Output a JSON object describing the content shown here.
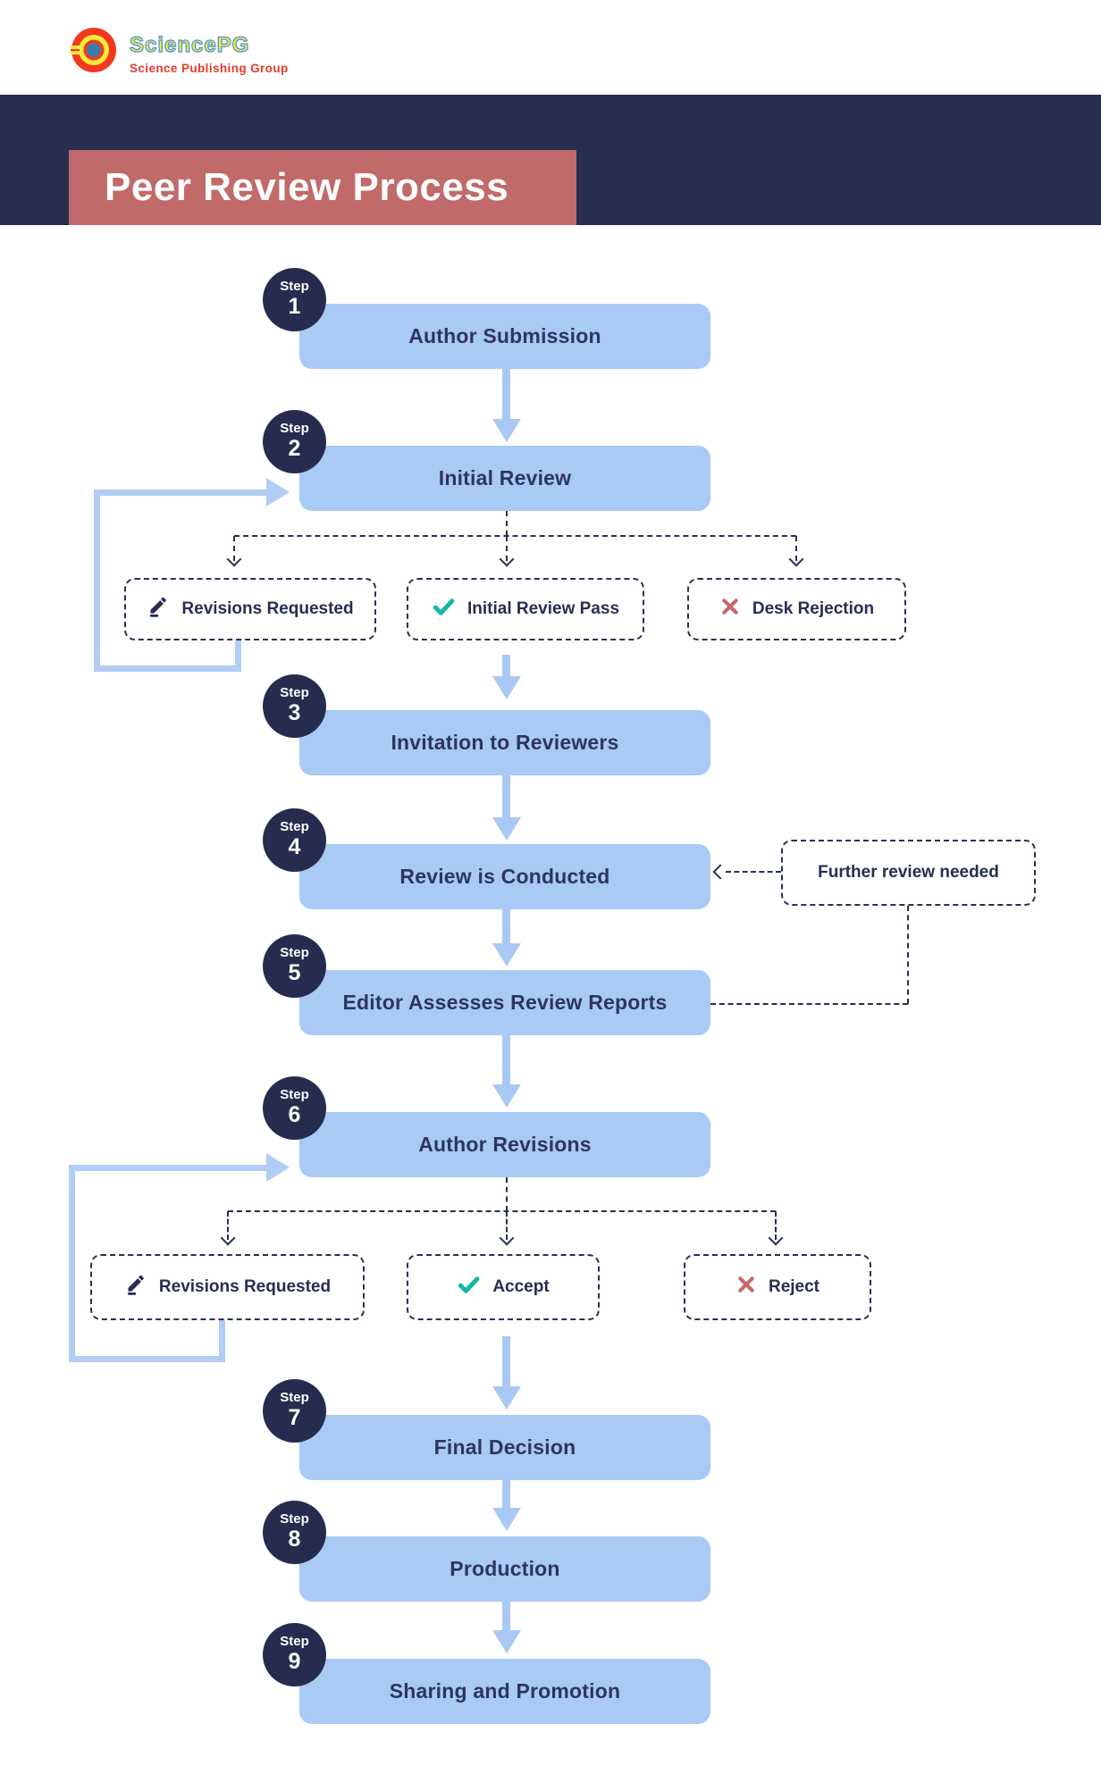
{
  "brand": {
    "name": "SciencePG",
    "tagline": "Science Publishing Group"
  },
  "title": "Peer Review Process",
  "step_word": "Step",
  "steps": [
    {
      "n": "1",
      "label": "Author Submission"
    },
    {
      "n": "2",
      "label": "Initial Review"
    },
    {
      "n": "3",
      "label": "Invitation to Reviewers"
    },
    {
      "n": "4",
      "label": "Review is Conducted"
    },
    {
      "n": "5",
      "label": "Editor Assesses Review Reports"
    },
    {
      "n": "6",
      "label": "Author Revisions"
    },
    {
      "n": "7",
      "label": "Final Decision"
    },
    {
      "n": "8",
      "label": "Production"
    },
    {
      "n": "9",
      "label": "Sharing and Promotion"
    }
  ],
  "decision_row_1": {
    "revisions": {
      "label": "Revisions Requested",
      "icon": "pencil-icon"
    },
    "pass": {
      "label": "Initial Review Pass",
      "icon": "check-icon"
    },
    "reject": {
      "label": "Desk Rejection",
      "icon": "x-icon"
    }
  },
  "decision_row_2": {
    "revisions": {
      "label": "Revisions Requested",
      "icon": "pencil-icon"
    },
    "accept": {
      "label": "Accept",
      "icon": "check-icon"
    },
    "reject": {
      "label": "Reject",
      "icon": "x-icon"
    }
  },
  "side_note": {
    "label": "Further review needed"
  },
  "colors": {
    "navy": "#272e50",
    "badge_navy": "#262c4e",
    "salmon": "#c16a6a",
    "bar_blue": "#a8caf5",
    "arrow_blue": "#a9c9f4",
    "loop_blue": "#b1cdf3",
    "check_teal": "#14b8a0",
    "x_red": "#c4696b",
    "text_navy": "#2e3560"
  }
}
